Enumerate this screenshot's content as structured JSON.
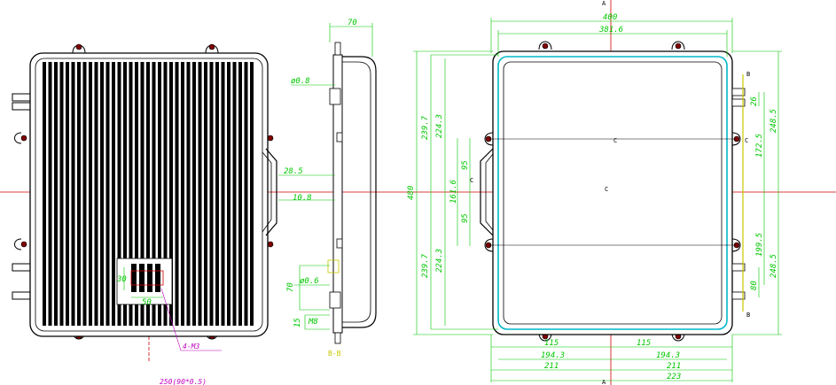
{
  "colors": {
    "outline": "#000000",
    "dimension": "#00c800",
    "centerline": "#d00000",
    "leader": "#c000c0",
    "seal": "#00b8c8",
    "section": "#c8c800"
  },
  "left_view": {
    "dim_30": "30",
    "dim_50": "50",
    "label_m3": "4-M3",
    "label_bottom": "250(90*0.5)"
  },
  "side_view": {
    "dim_70_top": "70",
    "dim_phi_top": "ø0.8",
    "dim_28_5": "28.5",
    "dim_10_8": "10.8",
    "dim_phi_bottom": "ø0.6",
    "dim_70_left": "70",
    "dim_m8": "M8",
    "dim_15": "15",
    "section_label": "B-B"
  },
  "front_view": {
    "top_dims": [
      "400",
      "381.6"
    ],
    "left_dims": [
      "480",
      "239.7",
      "224.3",
      "161.6",
      "95",
      "95",
      "239.7",
      "224.3"
    ],
    "right_dims": [
      "26",
      "172.5",
      "248.5",
      "199.5",
      "80",
      "248.5"
    ],
    "bottom_dims": [
      "115",
      "115",
      "194.3",
      "194.3",
      "211",
      "211",
      "223"
    ],
    "markers": {
      "a_top": "A",
      "a_bottom": "A",
      "b_top": "B",
      "b_bottom": "B",
      "c": "C"
    }
  }
}
